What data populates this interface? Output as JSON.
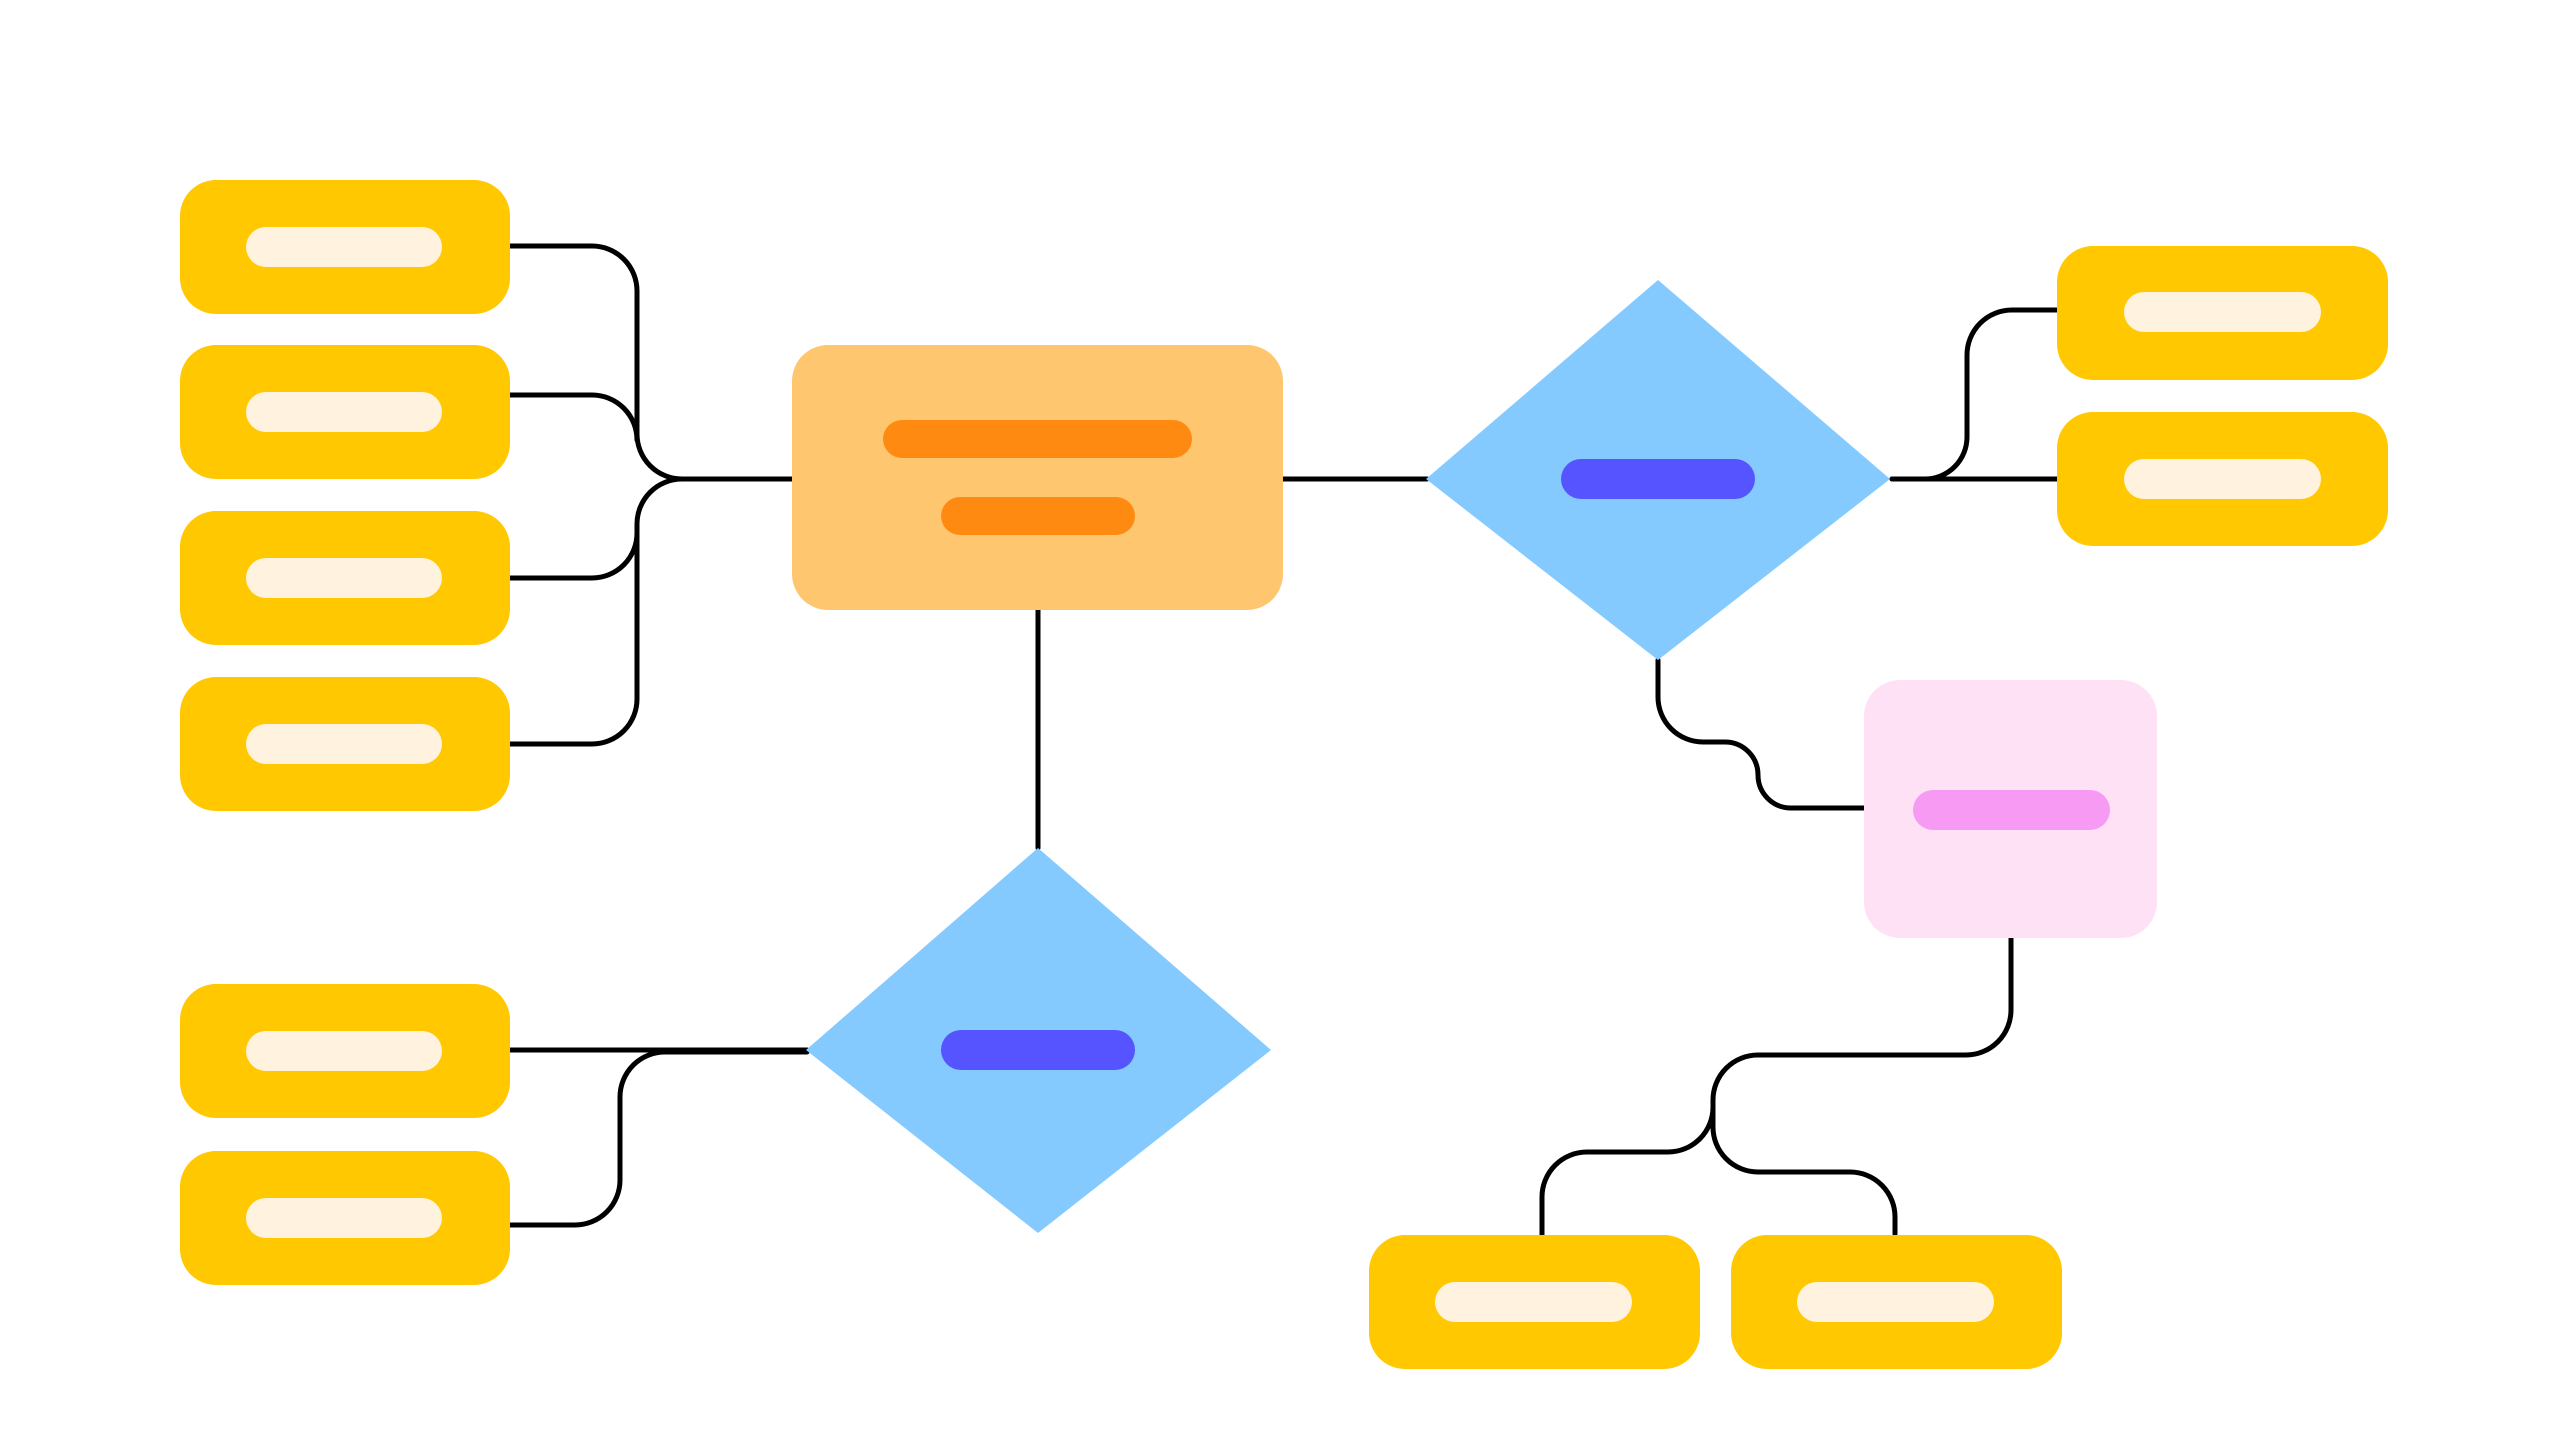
{
  "diagram": {
    "type": "flowchart-placeholder",
    "colors": {
      "background": "#ffffff",
      "connector": "#000000",
      "leaf_fill": "#ffc800",
      "leaf_bar": "#fff3df",
      "central_fill": "#ffc670",
      "central_bar": "#ff8a12",
      "diamond_fill": "#84caff",
      "diamond_bar": "#5654ff",
      "pink_fill": "#ffe1f6",
      "pink_bar": "#f79af4"
    },
    "nodes": [
      {
        "id": "leaf-left-1",
        "shape": "rounded-rectangle",
        "label": ""
      },
      {
        "id": "leaf-left-2",
        "shape": "rounded-rectangle",
        "label": ""
      },
      {
        "id": "leaf-left-3",
        "shape": "rounded-rectangle",
        "label": ""
      },
      {
        "id": "leaf-left-4",
        "shape": "rounded-rectangle",
        "label": ""
      },
      {
        "id": "central-box",
        "shape": "rounded-rectangle",
        "label": ""
      },
      {
        "id": "decision-right",
        "shape": "diamond",
        "label": ""
      },
      {
        "id": "decision-bottom",
        "shape": "diamond",
        "label": ""
      },
      {
        "id": "pink-box",
        "shape": "rounded-rectangle",
        "label": ""
      },
      {
        "id": "leaf-right-1",
        "shape": "rounded-rectangle",
        "label": ""
      },
      {
        "id": "leaf-right-2",
        "shape": "rounded-rectangle",
        "label": ""
      },
      {
        "id": "leaf-bottom-left-1",
        "shape": "rounded-rectangle",
        "label": ""
      },
      {
        "id": "leaf-bottom-left-2",
        "shape": "rounded-rectangle",
        "label": ""
      },
      {
        "id": "leaf-bottom-1",
        "shape": "rounded-rectangle",
        "label": ""
      },
      {
        "id": "leaf-bottom-2",
        "shape": "rounded-rectangle",
        "label": ""
      }
    ],
    "edges": [
      {
        "from": "leaf-left-1",
        "to": "central-box"
      },
      {
        "from": "leaf-left-2",
        "to": "central-box"
      },
      {
        "from": "leaf-left-3",
        "to": "central-box"
      },
      {
        "from": "leaf-left-4",
        "to": "central-box"
      },
      {
        "from": "central-box",
        "to": "decision-right"
      },
      {
        "from": "central-box",
        "to": "decision-bottom"
      },
      {
        "from": "decision-right",
        "to": "leaf-right-1"
      },
      {
        "from": "decision-right",
        "to": "leaf-right-2"
      },
      {
        "from": "decision-right",
        "to": "pink-box"
      },
      {
        "from": "decision-bottom",
        "to": "leaf-bottom-left-1"
      },
      {
        "from": "decision-bottom",
        "to": "leaf-bottom-left-2"
      },
      {
        "from": "pink-box",
        "to": "leaf-bottom-1"
      },
      {
        "from": "pink-box",
        "to": "leaf-bottom-2"
      }
    ]
  }
}
